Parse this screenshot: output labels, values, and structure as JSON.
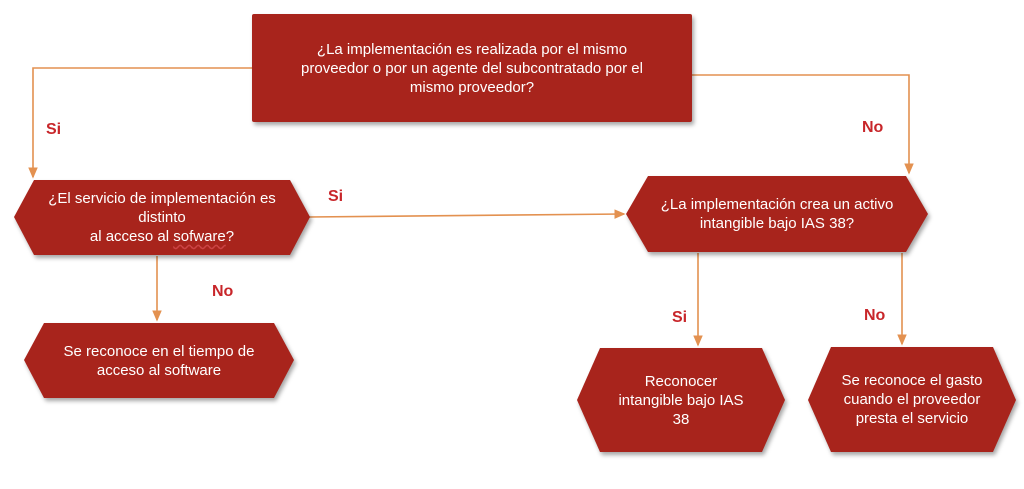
{
  "colors": {
    "node": "#a8241c",
    "connector": "#e39150",
    "label": "#c8262a"
  },
  "nodes": {
    "q1": "¿La implementación es realizada por el mismo proveedor o por un agente del subcontratado por el mismo proveedor?",
    "q2_line1": "¿El servicio de implementación es distinto",
    "q2_line2a": "al acceso al ",
    "q2_line2b": "sofware",
    "q2_line2c": "?",
    "q3": "¿La implementación crea un activo intangible bajo IAS 38?",
    "r1": "Se reconoce en el tiempo de acceso al software",
    "r2": "Reconocer intangible bajo IAS 38",
    "r3": "Se reconoce el gasto cuando el proveedor presta el servicio"
  },
  "edge_labels": {
    "q1_si": "Si",
    "q1_no": "No",
    "q2_si": "Si",
    "q2_no": "No",
    "q3_si": "Si",
    "q3_no": "No"
  }
}
